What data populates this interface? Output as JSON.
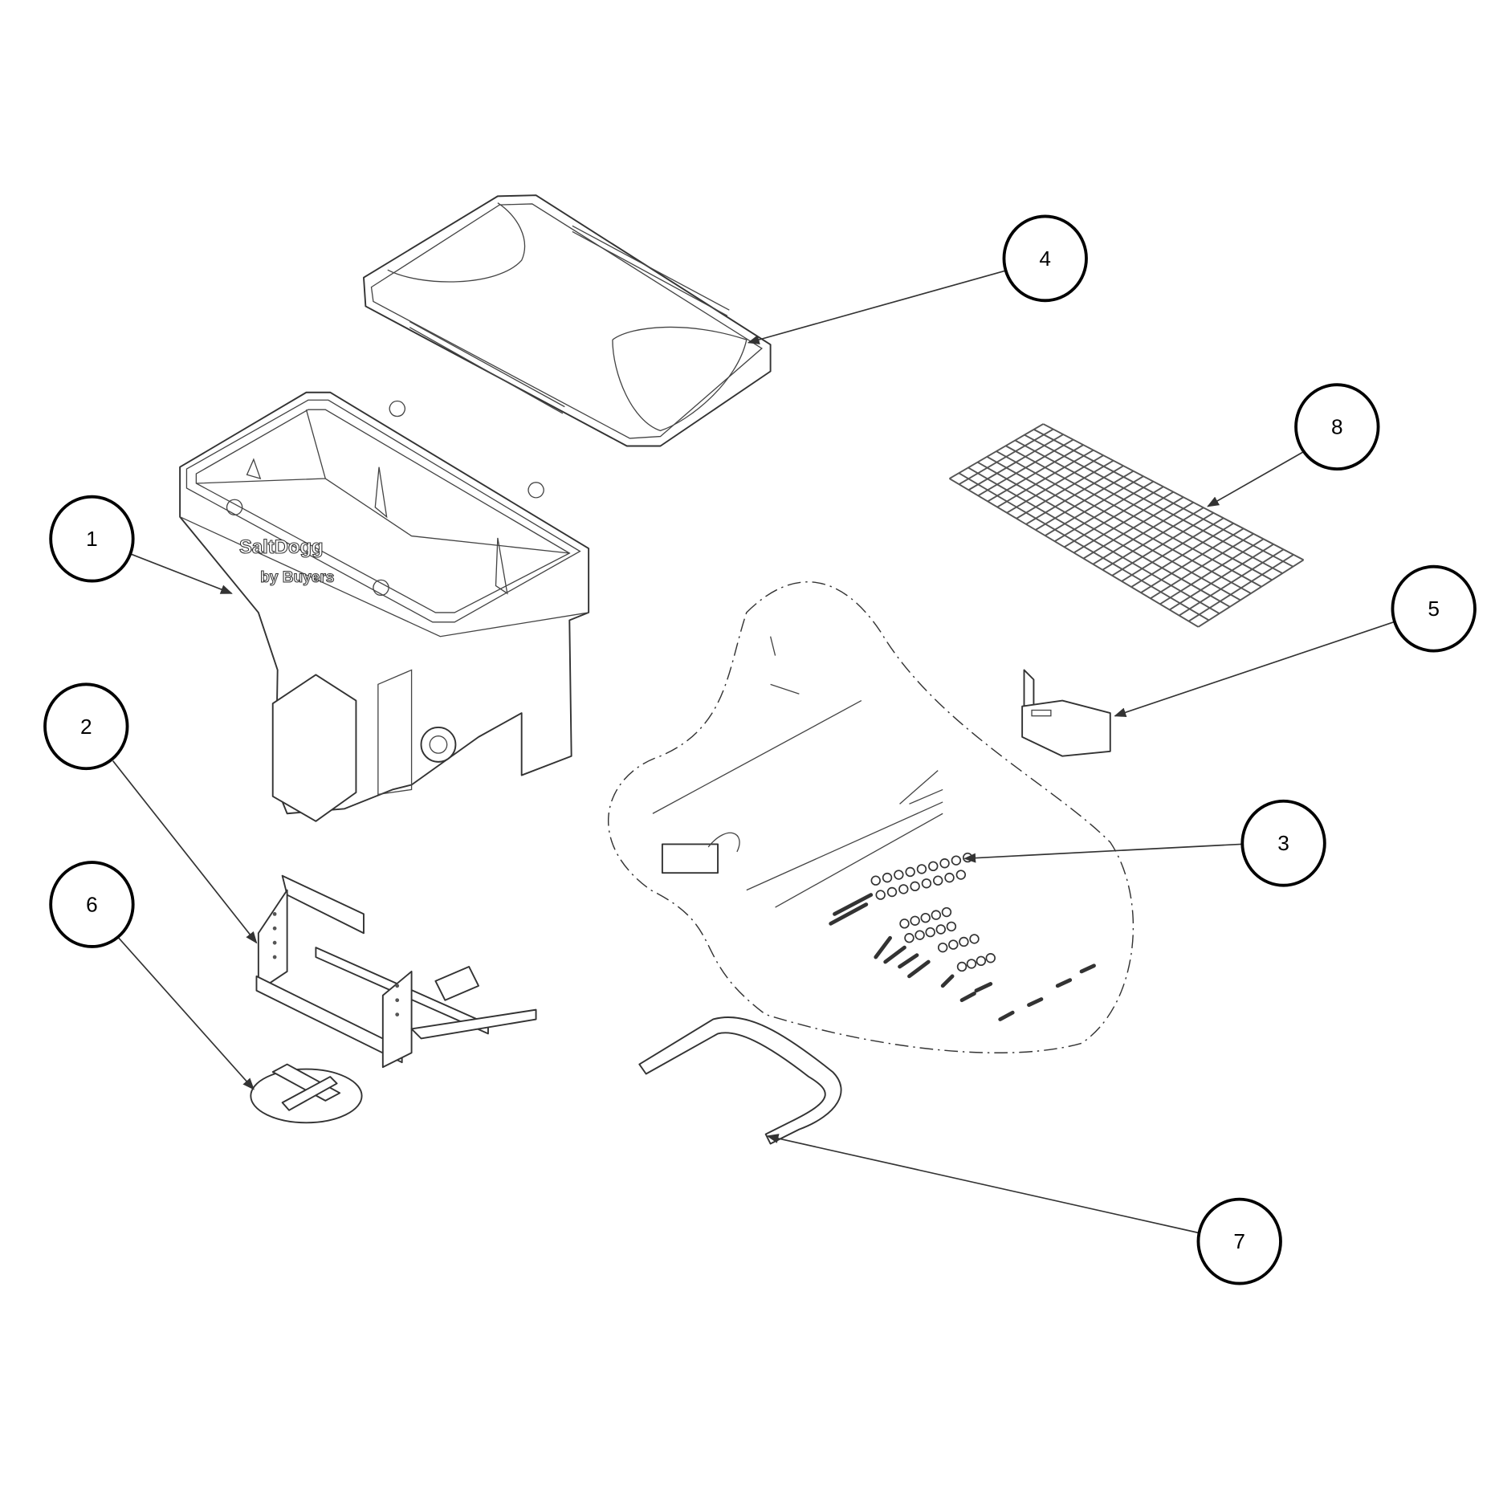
{
  "diagram": {
    "logo": {
      "brand": "SaltDogg",
      "tagline": "by Buyers"
    },
    "callouts": [
      {
        "label": "1",
        "part": "hopper"
      },
      {
        "label": "2",
        "part": "mounting-frame"
      },
      {
        "label": "3",
        "part": "hardware-kit"
      },
      {
        "label": "4",
        "part": "lid"
      },
      {
        "label": "5",
        "part": "deflector-bracket"
      },
      {
        "label": "6",
        "part": "spinner"
      },
      {
        "label": "7",
        "part": "light-bar"
      },
      {
        "label": "8",
        "part": "screen-grate"
      }
    ],
    "colors": {
      "line": "#333333",
      "bubble": "#000000",
      "background": "#ffffff"
    }
  }
}
